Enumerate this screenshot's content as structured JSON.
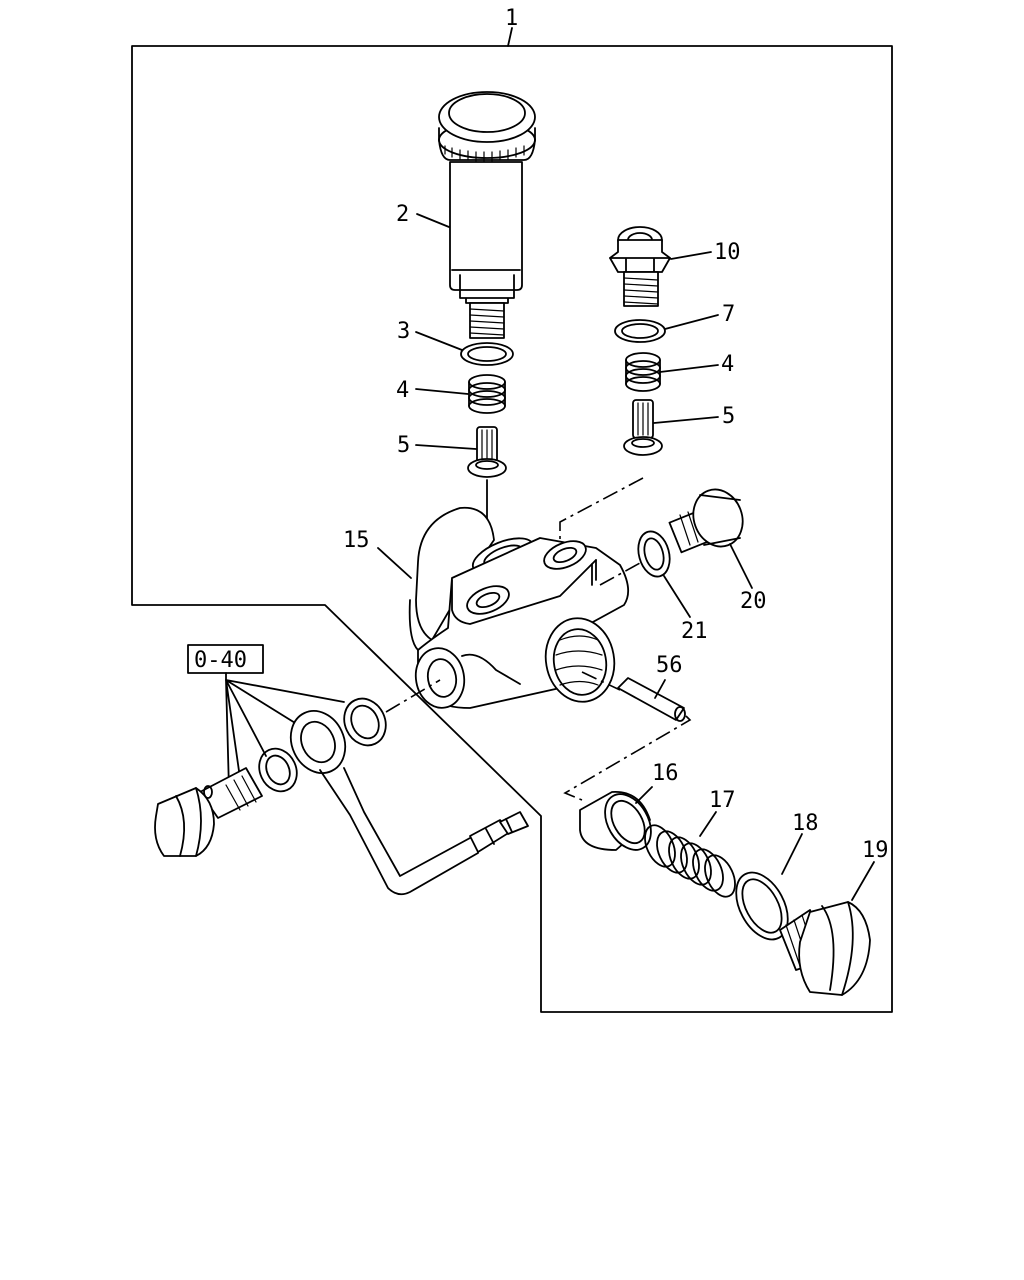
{
  "callouts": [
    {
      "id": "c1",
      "label": "1"
    },
    {
      "id": "c2",
      "label": "2"
    },
    {
      "id": "c3",
      "label": "3"
    },
    {
      "id": "c4a",
      "label": "4"
    },
    {
      "id": "c5a",
      "label": "5"
    },
    {
      "id": "c10",
      "label": "10"
    },
    {
      "id": "c7",
      "label": "7"
    },
    {
      "id": "c4b",
      "label": "4"
    },
    {
      "id": "c5b",
      "label": "5"
    },
    {
      "id": "c15",
      "label": "15"
    },
    {
      "id": "c20",
      "label": "20"
    },
    {
      "id": "c21",
      "label": "21"
    },
    {
      "id": "c56",
      "label": "56"
    },
    {
      "id": "c16",
      "label": "16"
    },
    {
      "id": "c17",
      "label": "17"
    },
    {
      "id": "c18",
      "label": "18"
    },
    {
      "id": "c19",
      "label": "19"
    }
  ],
  "reference_box": {
    "label": "0-40"
  }
}
